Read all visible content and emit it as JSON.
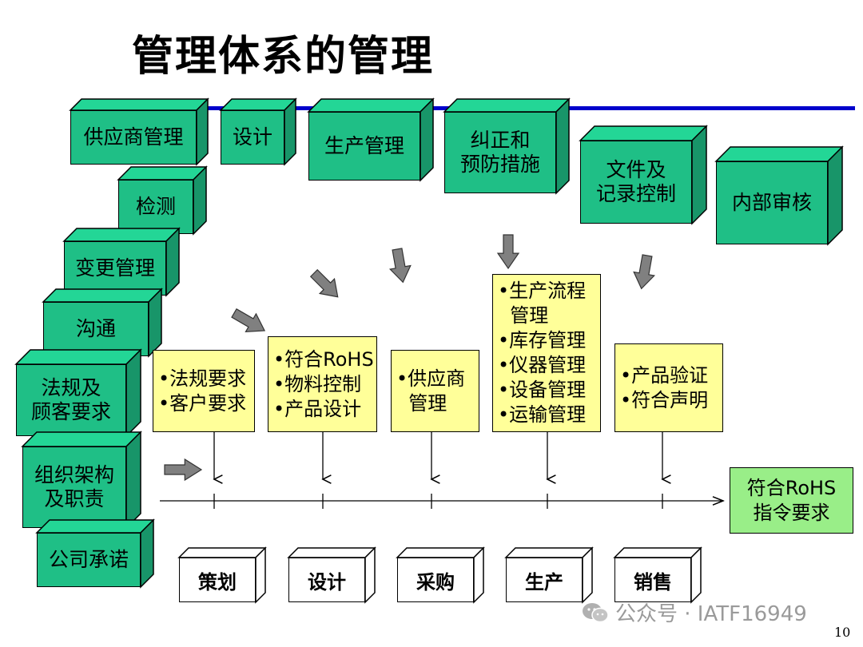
{
  "title": "管理体系的管理",
  "top_boxes": [
    {
      "id": "supplier",
      "lines": [
        "供应商管理"
      ]
    },
    {
      "id": "design",
      "lines": [
        "设计"
      ]
    },
    {
      "id": "production",
      "lines": [
        "生产管理"
      ]
    },
    {
      "id": "capa",
      "lines": [
        "纠正和",
        "预防措施"
      ]
    },
    {
      "id": "docs",
      "lines": [
        "文件及",
        "记录控制"
      ]
    },
    {
      "id": "audit",
      "lines": [
        "内部审核"
      ]
    }
  ],
  "left_boxes": [
    {
      "id": "inspection",
      "lines": [
        "检测"
      ]
    },
    {
      "id": "change",
      "lines": [
        "变更管理"
      ]
    },
    {
      "id": "communication",
      "lines": [
        "沟通"
      ]
    },
    {
      "id": "regulation",
      "lines": [
        "法规及",
        "顾客要求"
      ]
    },
    {
      "id": "organization",
      "lines": [
        "组织架构",
        "及职责"
      ]
    },
    {
      "id": "commitment",
      "lines": [
        "公司承诺"
      ]
    }
  ],
  "yellow_boxes": [
    {
      "id": "req",
      "lines": [
        "•法规要求",
        "•客户要求"
      ]
    },
    {
      "id": "rohs",
      "lines": [
        "•符合RoHS",
        "•物料控制",
        "•产品设计"
      ]
    },
    {
      "id": "supply",
      "lines": [
        "•供应商",
        "  管理"
      ]
    },
    {
      "id": "prod",
      "lines": [
        "•生产流程",
        "  管理",
        "•库存管理",
        "•仪器管理",
        "•设备管理",
        "•运输管理"
      ]
    },
    {
      "id": "verify",
      "lines": [
        "•产品验证",
        "•符合声明"
      ]
    }
  ],
  "stages": [
    "策划",
    "设计",
    "采购",
    "生产",
    "销售"
  ],
  "result": [
    "符合RoHS",
    "指令要求"
  ],
  "watermark": "公众号 · IATF16949",
  "page_number": "10",
  "colors": {
    "green": "#1fbf86",
    "yellow": "#ffff99",
    "light_green": "#99ee88",
    "blue_bar": "#0000cc",
    "arrow_gray": "#808080"
  }
}
